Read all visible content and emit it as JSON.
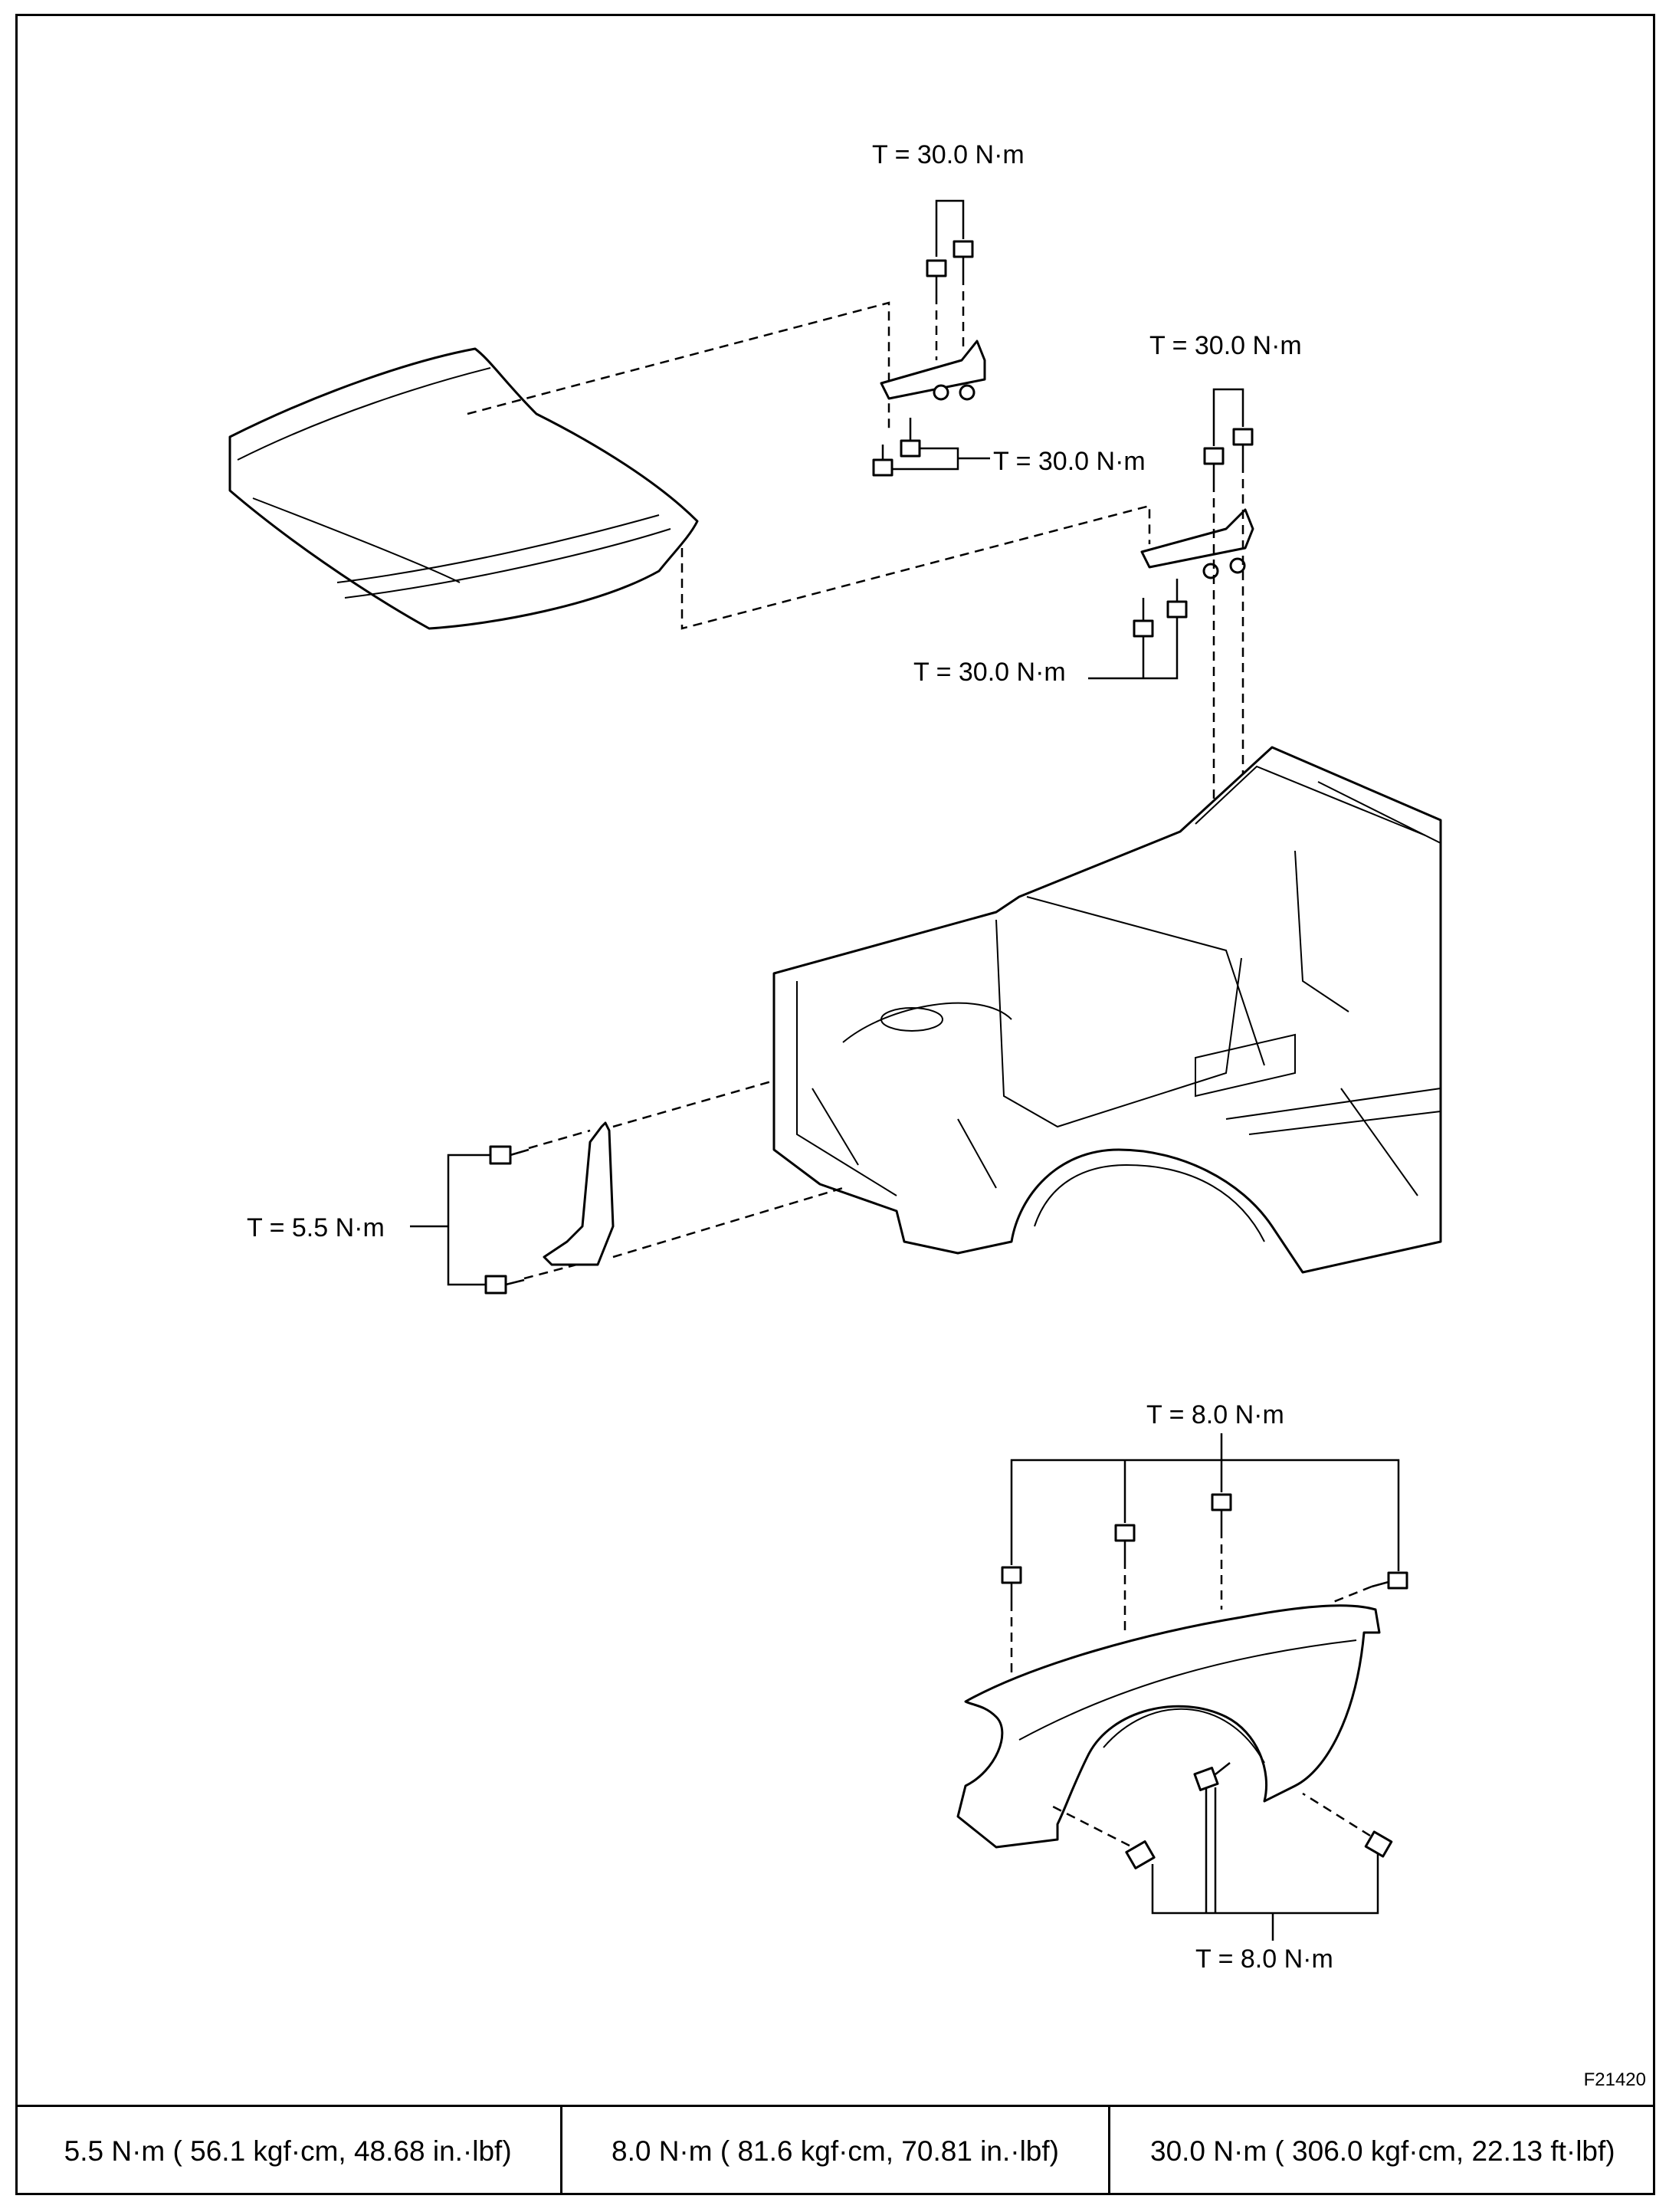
{
  "labels": {
    "hood_hinge_left_top": "T = 30.0 N·m",
    "hood_hinge_left_side": "T = 30.0 N·m",
    "hood_hinge_right_top": "T = 30.0 N·m",
    "hood_hinge_right_bottom": "T = 30.0 N·m",
    "bracket": "T = 5.5 N·m",
    "fender_top": "T = 8.0 N·m",
    "fender_bottom": "T = 8.0 N·m"
  },
  "figure_id": "F21420",
  "torque_specs": [
    "5.5 N·m ( 56.1 kgf·cm,  48.68 in.·lbf)",
    "8.0 N·m ( 81.6 kgf·cm,  70.81 in.·lbf)",
    "30.0 N·m ( 306.0 kgf·cm,  22.13 ft·lbf)"
  ]
}
